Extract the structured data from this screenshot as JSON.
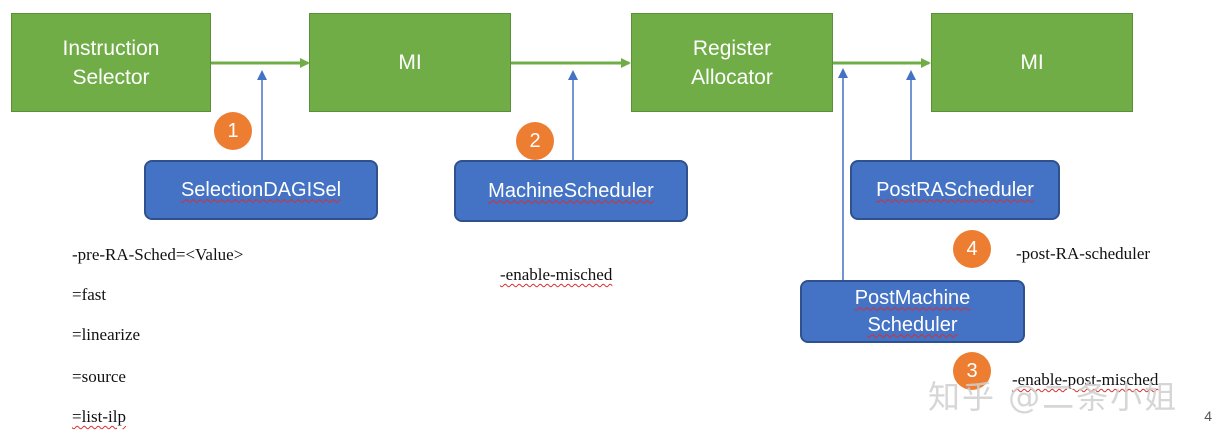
{
  "boxes": {
    "instruction_selector": "Instruction\nSelector",
    "mi_1": "MI",
    "register_allocator": "Register\nAllocator",
    "mi_2": "MI"
  },
  "schedulers": {
    "selection_dag": "SelectionDAGISel",
    "machine": "MachineScheduler",
    "post_ra": "PostRAScheduler",
    "post_machine": "PostMachine\nScheduler"
  },
  "markers": [
    "1",
    "2",
    "4",
    "3"
  ],
  "options": {
    "pre_ra": [
      "-pre-RA-Sched=<Value>",
      "=fast",
      "=linearize",
      "=source",
      "=list-ilp"
    ],
    "enable_misched": "-enable-misched",
    "post_ra": "-post-RA-scheduler",
    "post_misched": "-enable-post-misched"
  },
  "watermark": "知乎 @二条小姐",
  "page_number": "4",
  "colors": {
    "stage_green": "#70ad47",
    "scheduler_blue": "#4472c4",
    "marker_orange": "#ed7d31"
  }
}
